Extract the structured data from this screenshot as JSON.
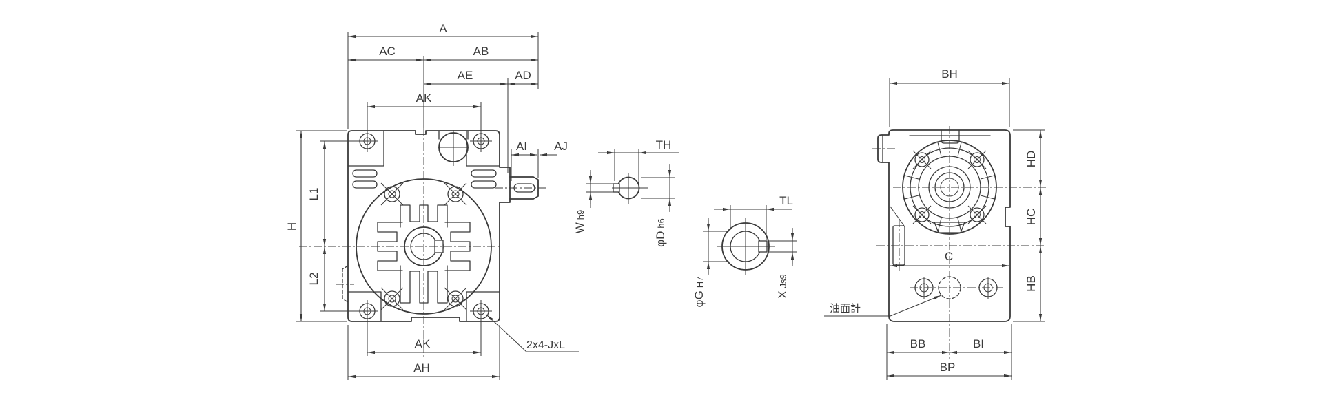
{
  "colors": {
    "line": "#3a3a3a",
    "background": "#ffffff"
  },
  "front_view": {
    "dim_a": "A",
    "dim_ac": "AC",
    "dim_ab": "AB",
    "dim_ae": "AE",
    "dim_ad": "AD",
    "dim_ak_top": "AK",
    "dim_ai": "AI",
    "dim_aj": "AJ",
    "dim_h": "H",
    "dim_l1": "L1",
    "dim_l2": "L2",
    "dim_ak_bottom": "AK",
    "dim_ah": "AH",
    "mounting_hole_note": "2x4-JxL"
  },
  "shaft_section": {
    "dim_th": "TH",
    "dim_w": "W",
    "dim_w_tol": "h9",
    "dim_d": "φD",
    "dim_d_tol": "h6"
  },
  "bore_section": {
    "dim_tl": "TL",
    "dim_g": "φG",
    "dim_g_tol": "H7",
    "dim_x": "X",
    "dim_x_tol": "Js9"
  },
  "side_view": {
    "dim_bh": "BH",
    "dim_hd": "HD",
    "dim_hc": "HC",
    "dim_hb": "HB",
    "dim_c": "C",
    "dim_bb": "BB",
    "dim_bi": "BI",
    "dim_bp": "BP",
    "oil_gauge_label": "油面計"
  }
}
